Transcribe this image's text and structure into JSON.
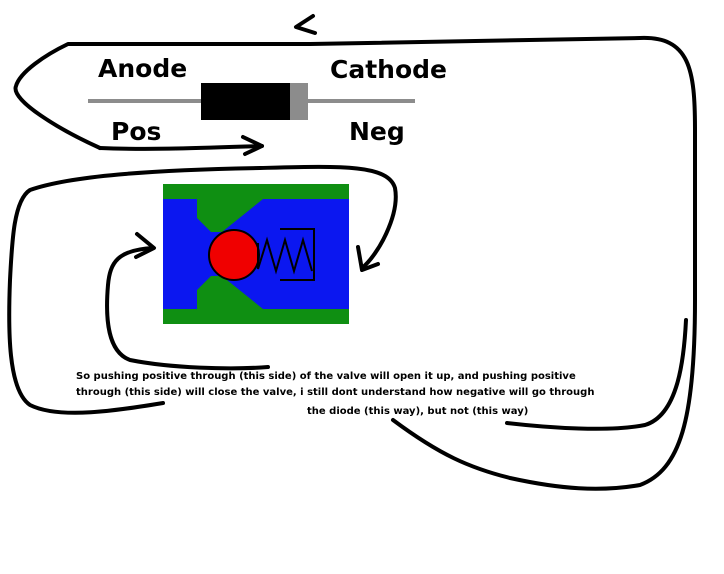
{
  "diagram": {
    "diode": {
      "anode_label": "Anode",
      "cathode_label": "Cathode",
      "pos_label": "Pos",
      "neg_label": "Neg",
      "lead_color": "#8c8c8c",
      "body_color": "#000000",
      "band_color": "#8c8c8c"
    },
    "valve": {
      "housing_color": "#0f8f12",
      "channel_color": "#0b17f0",
      "ball_color": "#f00000",
      "spring_color": "#000000"
    },
    "note": {
      "line1": "So pushing positive through (this side) of the valve will open it up, and pushing positive",
      "line2": "through (this side) will close the valve,  i still dont understand how negative will go through",
      "line3": "the diode (this way), but not  (this way)"
    }
  }
}
